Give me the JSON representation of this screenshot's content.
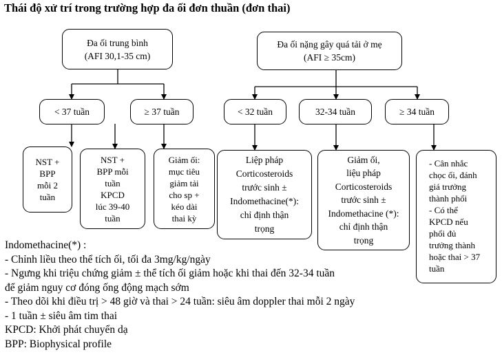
{
  "title": "Thái độ xử trí trong trường hợp đa ối đơn thuần (đơn thai)",
  "nodes": {
    "mild": [
      "Đa ối trung bình",
      "(AFI 30,1-35 cm)"
    ],
    "severe": [
      "Đa ối nặng gây quá tải ở mẹ",
      "(AFI ≥ 35cm)"
    ],
    "mild_lt37": [
      "< 37 tuần"
    ],
    "mild_ge37": [
      "≥ 37 tuần"
    ],
    "sev_lt32": [
      "< 32 tuần"
    ],
    "sev_32_34": [
      "32-34 tuần"
    ],
    "sev_ge34": [
      "≥ 34 tuần"
    ],
    "act_nst2": [
      "NST +",
      "BPP",
      "mỗi 2",
      "tuần"
    ],
    "act_nst_kpcd": [
      "NST +",
      "BPP mỗi",
      "tuần",
      "KPCD",
      "lúc 39-40",
      "tuần"
    ],
    "act_reduce": [
      "Giảm ối:",
      "mục tiêu",
      "giảm tải",
      "cho sp +",
      "kéo dài",
      "thai kỳ"
    ],
    "act_lt32": [
      "Liệp pháp",
      "Corticosteroids",
      "trước sinh ±",
      "Indomethacine(*):",
      "chỉ định thận",
      "trọng"
    ],
    "act_32_34": [
      "Giảm ối,",
      "liệu pháp",
      "Corticosteroids",
      "trước sinh ±",
      "Indomethacine (*):",
      "chỉ định thận",
      "trọng"
    ],
    "act_ge34": [
      "- Cân nhắc",
      "chọc ối, đánh",
      "giá trưởng",
      "thành phổi",
      "- Có thể",
      "KPCD nếu",
      "phổi đủ",
      "trưởng thành",
      "hoặc thai > 37",
      "tuần"
    ]
  },
  "notes": [
    "Indomethacine(*) :",
    "- Chỉnh liều theo thể tích ối, tối đa 3mg/kg/ngày",
    "- Ngưng khi triệu chứng giảm ± thể tích ối giảm hoặc khi thai đến 32-34 tuần",
    "để giảm nguy cơ đóng ống động mạch sớm",
    "- Theo dõi khi điều trị > 48 giờ và thai > 24 tuần:  siêu âm doppler thai mỗi 2 ngày",
    "- 1 tuần ± siêu âm tim thai",
    "KPCD: Khởi phát chuyển dạ",
    "BPP: Biophysical profile"
  ]
}
